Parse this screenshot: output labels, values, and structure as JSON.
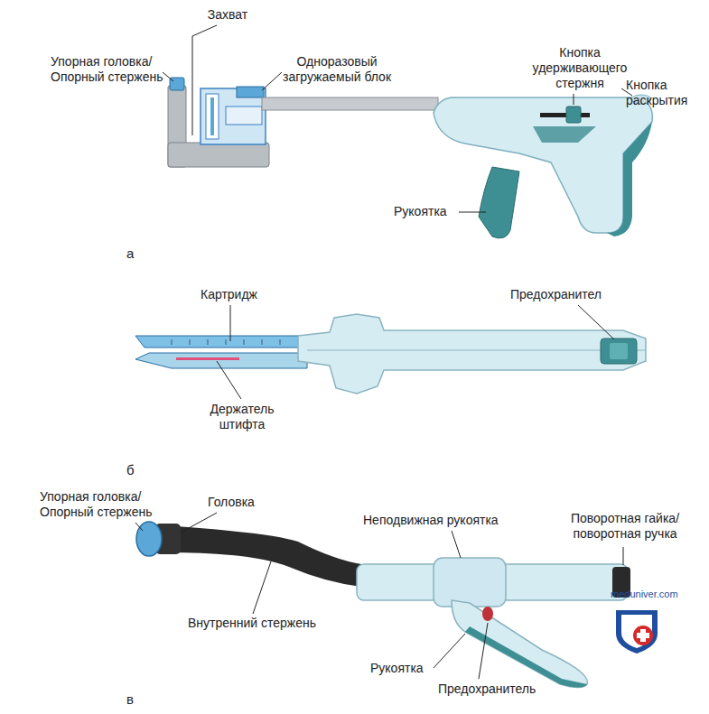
{
  "diagram": {
    "labels": [
      "Захват",
      "Упорная головка/ Опорный стержень",
      "Одноразовый загружаемый блок",
      "Кнопка удерживающего стержня",
      "Кнопка раскрытия",
      "Рукоятка",
      "а",
      "Картридж",
      "Предохранител",
      "Держатель штифта",
      "б",
      "Упорная головка/ Опорный стержень",
      "Головка",
      "Неподвижная рукоятка",
      "Поворотная гайка/ поворотная ручка",
      "Внутренний стержень",
      "Рукоятка",
      "Предохранитель",
      "в",
      "meduniver.com"
    ]
  }
}
